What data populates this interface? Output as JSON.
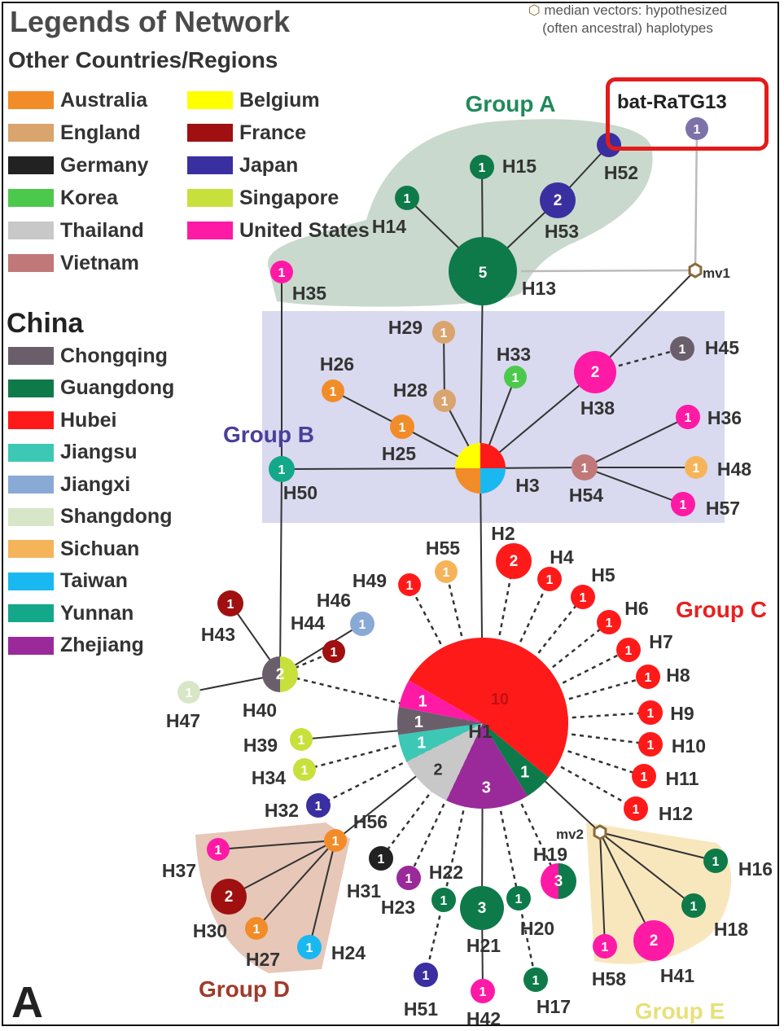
{
  "title": "Legends of Network",
  "other_heading": "Other Countries/Regions",
  "china_heading": "China",
  "median_note": [
    "median vectors: hypothesized",
    "(often ancestral) haplotypes"
  ],
  "highlight_label": "bat-RaTG13",
  "panel_letter": "A",
  "regions_other": [
    {
      "name": "Australia",
      "color": "#f28c28"
    },
    {
      "name": "Belgium",
      "color": "#ffff00"
    },
    {
      "name": "England",
      "color": "#d9a46e"
    },
    {
      "name": "France",
      "color": "#a01010"
    },
    {
      "name": "Germany",
      "color": "#222222"
    },
    {
      "name": "Japan",
      "color": "#3a2fa0"
    },
    {
      "name": "Korea",
      "color": "#4cc94c"
    },
    {
      "name": "Singapore",
      "color": "#c8e03c"
    },
    {
      "name": "Thailand",
      "color": "#c8c8c8"
    },
    {
      "name": "United States",
      "color": "#ff1aa6"
    },
    {
      "name": "Vietnam",
      "color": "#c07878"
    }
  ],
  "regions_china": [
    {
      "name": "Chongqing",
      "color": "#6b5e6b"
    },
    {
      "name": "Guangdong",
      "color": "#0e7a4a"
    },
    {
      "name": "Hubei",
      "color": "#ff1a1a"
    },
    {
      "name": "Jiangsu",
      "color": "#3cc8b4"
    },
    {
      "name": "Jiangxi",
      "color": "#8aaad6"
    },
    {
      "name": "Shangdong",
      "color": "#d8e6c8"
    },
    {
      "name": "Sichuan",
      "color": "#f5b45a"
    },
    {
      "name": "Taiwan",
      "color": "#1ab8f0"
    },
    {
      "name": "Yunnan",
      "color": "#14a88a"
    },
    {
      "name": "Zhejiang",
      "color": "#9a2a9a"
    }
  ],
  "groups": [
    {
      "id": "A",
      "label": "Group A",
      "color": "#1f8a5a"
    },
    {
      "id": "B",
      "label": "Group B",
      "color": "#4b3f9a"
    },
    {
      "id": "C",
      "label": "Group C",
      "color": "#e82020"
    },
    {
      "id": "D",
      "label": "Group D",
      "color": "#a03a2a"
    },
    {
      "id": "E",
      "label": "Group E",
      "color": "#e8e07a"
    }
  ],
  "nodes": [
    {
      "id": "RaTG13",
      "label": "",
      "count": "1",
      "slices": [
        [
          "RaTG13",
          1
        ]
      ]
    },
    {
      "id": "mv1",
      "label": "mv1",
      "median": true
    },
    {
      "id": "mv2",
      "label": "mv2",
      "median": true
    },
    {
      "id": "H13",
      "label": "H13",
      "count": "5",
      "slices": [
        [
          "Guangdong",
          1
        ]
      ]
    },
    {
      "id": "H14",
      "label": "H14",
      "count": "1",
      "slices": [
        [
          "Guangdong",
          1
        ]
      ]
    },
    {
      "id": "H15",
      "label": "H15",
      "count": "1",
      "slices": [
        [
          "Guangdong",
          1
        ]
      ]
    },
    {
      "id": "H53",
      "label": "H53",
      "count": "2",
      "slices": [
        [
          "Japan",
          1
        ]
      ]
    },
    {
      "id": "H52",
      "label": "H52",
      "count": "",
      "slices": [
        [
          "Japan",
          1
        ]
      ]
    },
    {
      "id": "H35",
      "label": "H35",
      "count": "1",
      "slices": [
        [
          "United States",
          1
        ]
      ]
    },
    {
      "id": "H38",
      "label": "H38",
      "count": "2",
      "slices": [
        [
          "United States",
          1
        ]
      ]
    },
    {
      "id": "H45",
      "label": "H45",
      "count": "1",
      "slices": [
        [
          "Chongqing",
          1
        ]
      ]
    },
    {
      "id": "H36",
      "label": "H36",
      "count": "1",
      "slices": [
        [
          "United States",
          1
        ]
      ]
    },
    {
      "id": "H48",
      "label": "H48",
      "count": "1",
      "slices": [
        [
          "Sichuan",
          1
        ]
      ]
    },
    {
      "id": "H57",
      "label": "H57",
      "count": "1",
      "slices": [
        [
          "United States",
          1
        ]
      ]
    },
    {
      "id": "H54",
      "label": "H54",
      "count": "1",
      "slices": [
        [
          "Vietnam",
          1
        ]
      ]
    },
    {
      "id": "H3",
      "label": "H3",
      "count": "",
      "slices": [
        [
          "Hubei",
          1
        ],
        [
          "Taiwan",
          1
        ],
        [
          "Australia",
          1
        ],
        [
          "Belgium",
          1
        ]
      ]
    },
    {
      "id": "H29",
      "label": "H29",
      "count": "1",
      "slices": [
        [
          "England",
          1
        ]
      ]
    },
    {
      "id": "H28",
      "label": "H28",
      "count": "1",
      "slices": [
        [
          "England",
          1
        ]
      ]
    },
    {
      "id": "H26",
      "label": "H26",
      "count": "1",
      "slices": [
        [
          "Australia",
          1
        ]
      ]
    },
    {
      "id": "H25",
      "label": "H25",
      "count": "1",
      "slices": [
        [
          "Australia",
          1
        ]
      ]
    },
    {
      "id": "H33",
      "label": "H33",
      "count": "1",
      "slices": [
        [
          "Korea",
          1
        ]
      ]
    },
    {
      "id": "H50",
      "label": "H50",
      "count": "1",
      "slices": [
        [
          "Yunnan",
          1
        ]
      ]
    },
    {
      "id": "H40",
      "label": "H40",
      "count": "2",
      "slices": [
        [
          "Chongqing",
          1
        ],
        [
          "Singapore",
          1
        ]
      ]
    },
    {
      "id": "H43",
      "label": "H43",
      "count": "1",
      "slices": [
        [
          "France",
          1
        ]
      ]
    },
    {
      "id": "H44",
      "label": "H44",
      "count": "1",
      "slices": [
        [
          "France",
          1
        ]
      ]
    },
    {
      "id": "H46",
      "label": "H46",
      "count": "1",
      "slices": [
        [
          "Jiangxi",
          1
        ]
      ]
    },
    {
      "id": "H47",
      "label": "H47",
      "count": "1",
      "slices": [
        [
          "Shangdong",
          1
        ]
      ]
    },
    {
      "id": "H1",
      "label": "H1",
      "count": "",
      "slices": [
        [
          "Hubei",
          10
        ],
        [
          "Guangdong",
          1
        ],
        [
          "Zhejiang",
          3
        ],
        [
          "Thailand",
          2
        ],
        [
          "Jiangsu",
          1
        ],
        [
          "Chongqing",
          1
        ],
        [
          "United States",
          1
        ]
      ],
      "slice_labels": [
        "10",
        "1",
        "3",
        "2",
        "1",
        "1",
        "1"
      ]
    },
    {
      "id": "H49",
      "label": "H49",
      "count": "1",
      "slices": [
        [
          "Hubei",
          1
        ]
      ]
    },
    {
      "id": "H55",
      "label": "H55",
      "count": "1",
      "slices": [
        [
          "Sichuan",
          1
        ]
      ]
    },
    {
      "id": "H2",
      "label": "H2",
      "count": "2",
      "slices": [
        [
          "Hubei",
          1
        ]
      ]
    },
    {
      "id": "H4",
      "label": "H4",
      "count": "1",
      "slices": [
        [
          "Hubei",
          1
        ]
      ]
    },
    {
      "id": "H5",
      "label": "H5",
      "count": "1",
      "slices": [
        [
          "Hubei",
          1
        ]
      ]
    },
    {
      "id": "H6",
      "label": "H6",
      "count": "1",
      "slices": [
        [
          "Hubei",
          1
        ]
      ]
    },
    {
      "id": "H7",
      "label": "H7",
      "count": "1",
      "slices": [
        [
          "Hubei",
          1
        ]
      ]
    },
    {
      "id": "H8",
      "label": "H8",
      "count": "1",
      "slices": [
        [
          "Hubei",
          1
        ]
      ]
    },
    {
      "id": "H9",
      "label": "H9",
      "count": "1",
      "slices": [
        [
          "Hubei",
          1
        ]
      ]
    },
    {
      "id": "H10",
      "label": "H10",
      "count": "1",
      "slices": [
        [
          "Hubei",
          1
        ]
      ]
    },
    {
      "id": "H11",
      "label": "H11",
      "count": "1",
      "slices": [
        [
          "Hubei",
          1
        ]
      ]
    },
    {
      "id": "H12",
      "label": "H12",
      "count": "1",
      "slices": [
        [
          "Hubei",
          1
        ]
      ]
    },
    {
      "id": "H39",
      "label": "H39",
      "count": "1",
      "slices": [
        [
          "Singapore",
          1
        ]
      ]
    },
    {
      "id": "H34",
      "label": "H34",
      "count": "1",
      "slices": [
        [
          "Singapore",
          1
        ]
      ]
    },
    {
      "id": "H32",
      "label": "H32",
      "count": "1",
      "slices": [
        [
          "Japan",
          1
        ]
      ]
    },
    {
      "id": "H56",
      "label": "H56",
      "count": "1",
      "slices": [
        [
          "Australia",
          1
        ]
      ]
    },
    {
      "id": "H31",
      "label": "H31",
      "count": "1",
      "slices": [
        [
          "Germany",
          1
        ]
      ]
    },
    {
      "id": "H23",
      "label": "H23",
      "count": "1",
      "slices": [
        [
          "Zhejiang",
          1
        ]
      ]
    },
    {
      "id": "H22",
      "label": "H22",
      "count": "1",
      "slices": [
        [
          "Guangdong",
          1
        ]
      ]
    },
    {
      "id": "H21",
      "label": "H21",
      "count": "3",
      "slices": [
        [
          "Guangdong",
          1
        ]
      ]
    },
    {
      "id": "H20",
      "label": "H20",
      "count": "1",
      "slices": [
        [
          "Guangdong",
          1
        ]
      ]
    },
    {
      "id": "H19",
      "label": "H19",
      "count": "3",
      "slices": [
        [
          "United States",
          1
        ],
        [
          "Guangdong",
          1
        ]
      ]
    },
    {
      "id": "H17",
      "label": "H17",
      "count": "1",
      "slices": [
        [
          "Guangdong",
          1
        ]
      ]
    },
    {
      "id": "H42",
      "label": "H42",
      "count": "1",
      "slices": [
        [
          "United States",
          1
        ]
      ]
    },
    {
      "id": "H51",
      "label": "H51",
      "count": "1",
      "slices": [
        [
          "Japan",
          1
        ]
      ]
    },
    {
      "id": "H37",
      "label": "H37",
      "count": "1",
      "slices": [
        [
          "United States",
          1
        ]
      ]
    },
    {
      "id": "H30",
      "label": "H30",
      "count": "2",
      "slices": [
        [
          "France",
          1
        ]
      ]
    },
    {
      "id": "H27",
      "label": "H27",
      "count": "1",
      "slices": [
        [
          "Australia",
          1
        ]
      ]
    },
    {
      "id": "H24",
      "label": "H24",
      "count": "1",
      "slices": [
        [
          "Taiwan",
          1
        ]
      ]
    },
    {
      "id": "H16",
      "label": "H16",
      "count": "1",
      "slices": [
        [
          "Guangdong",
          1
        ]
      ]
    },
    {
      "id": "H18",
      "label": "H18",
      "count": "1",
      "slices": [
        [
          "Guangdong",
          1
        ]
      ]
    },
    {
      "id": "H41",
      "label": "H41",
      "count": "2",
      "slices": [
        [
          "United States",
          1
        ]
      ]
    },
    {
      "id": "H58",
      "label": "H58",
      "count": "1",
      "slices": [
        [
          "United States",
          1
        ]
      ]
    }
  ],
  "edges": [
    [
      "H13",
      "H14",
      "s"
    ],
    [
      "H13",
      "H15",
      "s"
    ],
    [
      "H13",
      "H53",
      "s"
    ],
    [
      "H53",
      "H52",
      "s"
    ],
    [
      "H13",
      "H3",
      "s"
    ],
    [
      "H3",
      "H1",
      "s"
    ],
    [
      "H35",
      "H50",
      "s"
    ],
    [
      "H50",
      "H40",
      "s"
    ],
    [
      "H50",
      "H3",
      "s"
    ],
    [
      "H3",
      "H54",
      "s"
    ],
    [
      "H54",
      "H48",
      "s"
    ],
    [
      "H54",
      "H36",
      "s"
    ],
    [
      "H54",
      "H57",
      "s"
    ],
    [
      "H3",
      "H38",
      "s"
    ],
    [
      "H38",
      "mv1",
      "s"
    ],
    [
      "mv1",
      "RaTG13",
      "g"
    ],
    [
      "H13",
      "mv1",
      "g"
    ],
    [
      "H38",
      "H45",
      "d"
    ],
    [
      "H3",
      "H25",
      "s"
    ],
    [
      "H25",
      "H26",
      "s"
    ],
    [
      "H3",
      "H28",
      "s"
    ],
    [
      "H28",
      "H29",
      "s"
    ],
    [
      "H3",
      "H33",
      "s"
    ],
    [
      "H40",
      "H1",
      "d"
    ],
    [
      "H40",
      "H43",
      "s"
    ],
    [
      "H40",
      "H44",
      "d"
    ],
    [
      "H40",
      "H46",
      "s"
    ],
    [
      "H40",
      "H47",
      "s"
    ],
    [
      "H1",
      "H49",
      "d"
    ],
    [
      "H1",
      "H55",
      "d"
    ],
    [
      "H1",
      "H2",
      "d"
    ],
    [
      "H1",
      "H4",
      "d"
    ],
    [
      "H1",
      "H5",
      "d"
    ],
    [
      "H1",
      "H6",
      "d"
    ],
    [
      "H1",
      "H7",
      "d"
    ],
    [
      "H1",
      "H8",
      "d"
    ],
    [
      "H1",
      "H9",
      "d"
    ],
    [
      "H1",
      "H10",
      "d"
    ],
    [
      "H1",
      "H11",
      "d"
    ],
    [
      "H1",
      "H12",
      "d"
    ],
    [
      "H1",
      "H39",
      "s"
    ],
    [
      "H1",
      "H34",
      "d"
    ],
    [
      "H1",
      "H32",
      "d"
    ],
    [
      "H1",
      "H56",
      "s"
    ],
    [
      "H1",
      "H31",
      "d"
    ],
    [
      "H1",
      "H23",
      "d"
    ],
    [
      "H1",
      "H22",
      "d"
    ],
    [
      "H1",
      "H21",
      "s"
    ],
    [
      "H1",
      "H20",
      "d"
    ],
    [
      "H1",
      "H19",
      "d"
    ],
    [
      "H20",
      "H17",
      "d"
    ],
    [
      "H21",
      "H42",
      "s"
    ],
    [
      "H22",
      "H51",
      "d"
    ],
    [
      "H56",
      "H37",
      "s"
    ],
    [
      "H56",
      "H30",
      "s"
    ],
    [
      "H56",
      "H27",
      "s"
    ],
    [
      "H56",
      "H24",
      "s"
    ],
    [
      "H1",
      "mv2",
      "s"
    ],
    [
      "mv2",
      "H16",
      "s"
    ],
    [
      "mv2",
      "H18",
      "s"
    ],
    [
      "mv2",
      "H41",
      "s"
    ],
    [
      "mv2",
      "H58",
      "s"
    ]
  ]
}
